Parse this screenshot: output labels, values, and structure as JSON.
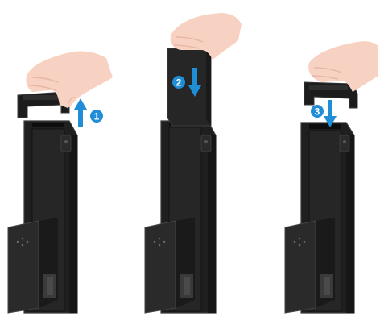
{
  "colors": {
    "device_body": "#1f1f1f",
    "device_edge": "#3a3a3a",
    "device_highlight": "#4a4a4a",
    "cap": "#1c1c1c",
    "hand_skin": "#f7d2c2",
    "hand_shadow": "#e8b7a5",
    "arrow_blue": "#1f8ed6",
    "badge_blue": "#1f8ed6",
    "battery": "#262626"
  },
  "steps": [
    {
      "number": "1",
      "action": "lift-cap",
      "arrow": "up-arrow-icon"
    },
    {
      "number": "2",
      "action": "insert-battery",
      "arrow": "down-arrow-icon"
    },
    {
      "number": "3",
      "action": "replace-cap",
      "arrow": "down-arrow-icon"
    }
  ]
}
